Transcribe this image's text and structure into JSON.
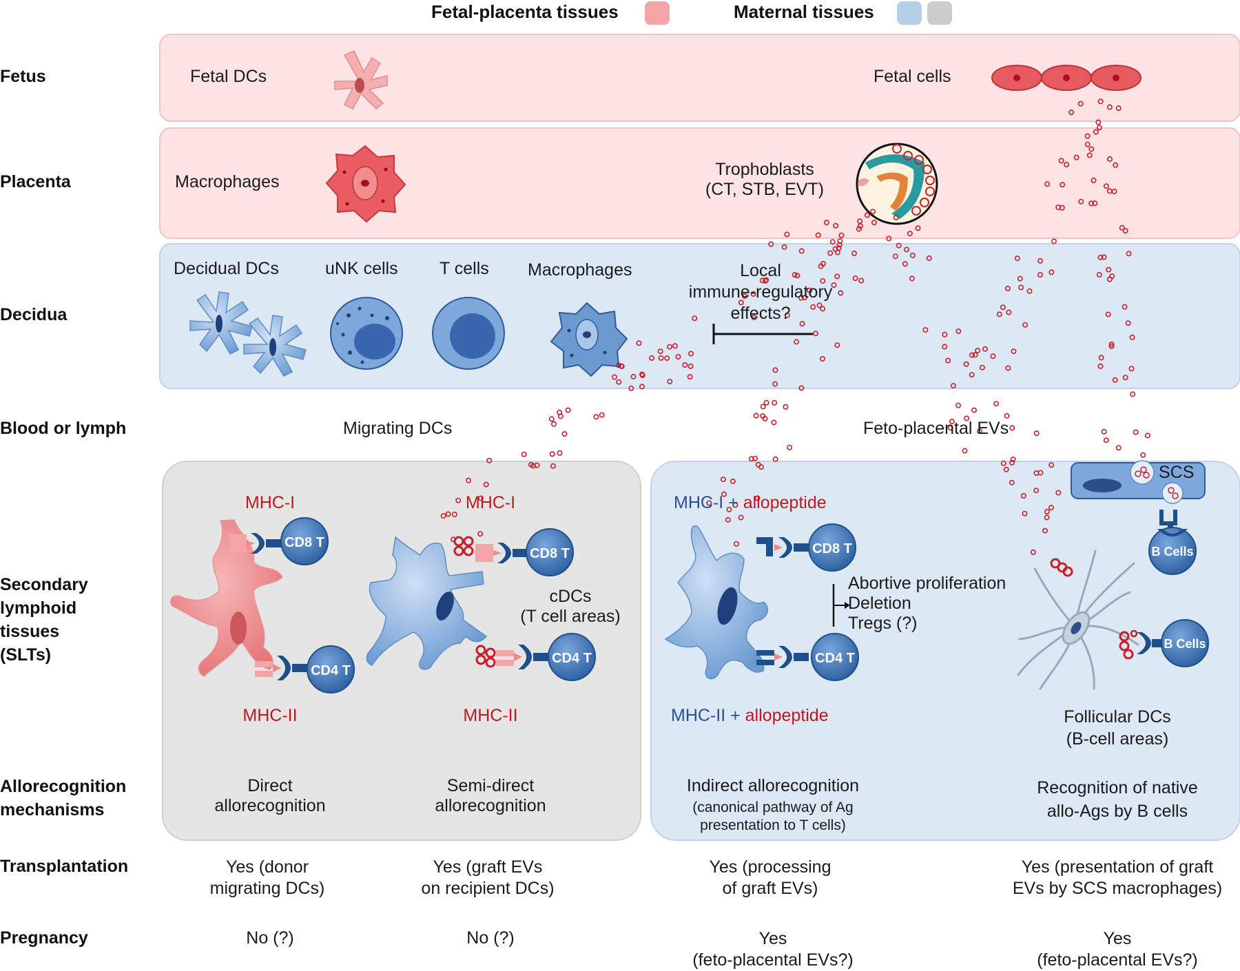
{
  "legend": {
    "fetal": {
      "label": "Fetal-placenta tissues",
      "color": "#f4a3a6"
    },
    "maternal": {
      "label": "Maternal tissues",
      "colors": [
        "#b5cfe8",
        "#cccccc"
      ]
    }
  },
  "rows": {
    "fetus": "Fetus",
    "placenta": "Placenta",
    "decidua": "Decidua",
    "blood": "Blood or lymph",
    "slt": "Secondary\nlymphoid\ntissues\n(SLTs)",
    "allorecognition": "Allorecognition\nmechanisms",
    "transplantation": "Transplantation",
    "pregnancy": "Pregnancy"
  },
  "fetus_band": {
    "fetal_dcs": "Fetal DCs",
    "fetal_cells": "Fetal cells"
  },
  "placenta_band": {
    "macrophages": "Macrophages",
    "trophoblasts": "Trophoblasts\n(CT, STB, EVT)"
  },
  "decidua_band": {
    "decidual_dcs": "Decidual DCs",
    "unk_cells": "uNK cells",
    "t_cells": "T cells",
    "macrophages": "Macrophages",
    "effects": "Local\nimmune-regulatory\neffects?"
  },
  "blood_row": {
    "migrating_dcs": "Migrating DCs",
    "evs": "Feto-placental EVs"
  },
  "slt": {
    "direct": {
      "mhc1": "MHC-I",
      "mhc2": "MHC-II"
    },
    "semidirect": {
      "mhc1": "MHC-I",
      "mhc2": "MHC-II",
      "cdcs": "cDCs\n(T cell areas)"
    },
    "indirect": {
      "mhc1_prefix": "MHC-I + ",
      "mhc1_suffix": "allopeptide",
      "mhc2_prefix": "MHC-II + ",
      "mhc2_suffix": "allopeptide",
      "outcomes": [
        "Abortive proliferation",
        "Deletion",
        "Tregs (?)"
      ]
    },
    "follicular": {
      "scs": "SCS",
      "fdcs": "Follicular DCs\n(B-cell areas)"
    },
    "cell_labels": {
      "cd8": "CD8 T",
      "cd4": "CD4 T",
      "bcells": "B Cells"
    }
  },
  "mechanisms": {
    "direct": "Direct\nallorecognition",
    "semidirect": "Semi-direct\nallorecognition",
    "indirect_title": "Indirect allorecognition",
    "indirect_note": "(canonical pathway of Ag\npresentation to T cells)",
    "native": "Recognition of native\nallo-Ags by B cells"
  },
  "transplantation": [
    "Yes (donor\nmigrating DCs)",
    "Yes (graft EVs\non recipient DCs)",
    "Yes (processing\nof graft EVs)",
    "Yes (presentation of graft\nEVs by SCS macrophages)"
  ],
  "pregnancy": [
    "No (?)",
    "No (?)",
    "Yes\n(feto-placental EVs?)",
    "Yes\n(feto-placental EVs?)"
  ],
  "colors": {
    "fetal_band": "#fde3e3",
    "maternal_band": "#dde8f5",
    "grey_panel": "#e5e5e5",
    "ev": "#c8202a",
    "t_cell": "#3e72b5",
    "receptor": "#1f4f8a"
  }
}
